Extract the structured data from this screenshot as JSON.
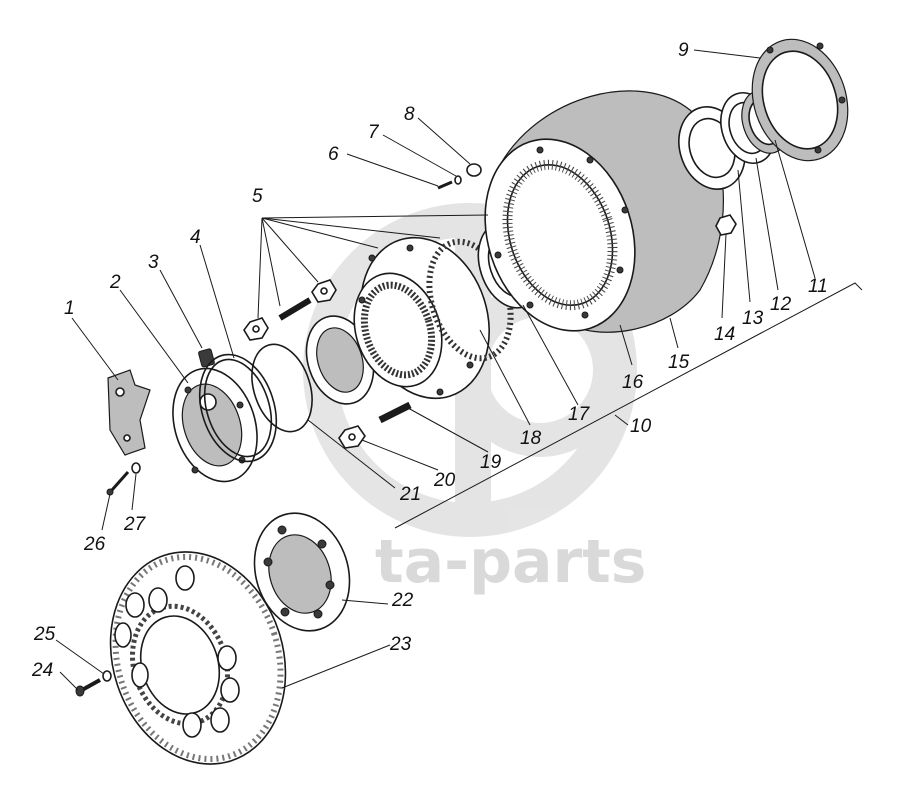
{
  "watermark": {
    "logo_text": "ta-parts",
    "color": "#d9d9d9"
  },
  "callouts": [
    {
      "id": "1",
      "text": "1"
    },
    {
      "id": "2",
      "text": "2"
    },
    {
      "id": "3",
      "text": "3"
    },
    {
      "id": "4",
      "text": "4"
    },
    {
      "id": "5",
      "text": "5"
    },
    {
      "id": "6",
      "text": "6"
    },
    {
      "id": "7",
      "text": "7"
    },
    {
      "id": "8",
      "text": "8"
    },
    {
      "id": "9",
      "text": "9"
    },
    {
      "id": "10",
      "text": "10"
    },
    {
      "id": "11",
      "text": "11"
    },
    {
      "id": "12",
      "text": "12"
    },
    {
      "id": "13",
      "text": "13"
    },
    {
      "id": "14",
      "text": "14"
    },
    {
      "id": "15",
      "text": "15"
    },
    {
      "id": "16",
      "text": "16"
    },
    {
      "id": "17",
      "text": "17"
    },
    {
      "id": "18",
      "text": "18"
    },
    {
      "id": "19",
      "text": "19"
    },
    {
      "id": "20",
      "text": "20"
    },
    {
      "id": "21",
      "text": "21"
    },
    {
      "id": "22",
      "text": "22"
    },
    {
      "id": "23",
      "text": "23"
    },
    {
      "id": "24",
      "text": "24"
    },
    {
      "id": "25",
      "text": "25"
    },
    {
      "id": "26",
      "text": "26"
    },
    {
      "id": "27",
      "text": "27"
    }
  ]
}
